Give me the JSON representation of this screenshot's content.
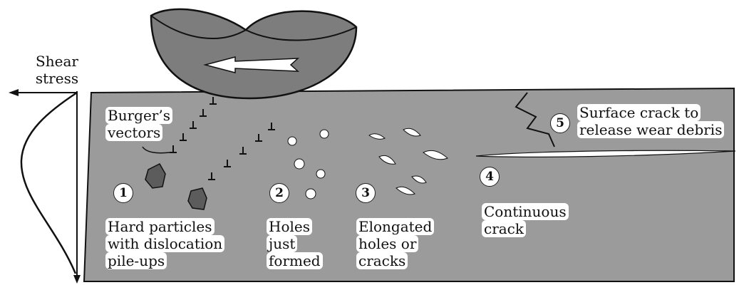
{
  "axis": {
    "label_line1": "Shear",
    "label_line2": "stress"
  },
  "burgers": {
    "line1": "Burger’s",
    "line2": "vectors"
  },
  "stages": [
    {
      "number": "1",
      "lines": [
        "Hard particles",
        "with dislocation",
        "pile-ups"
      ]
    },
    {
      "number": "2",
      "lines": [
        "Holes",
        "just",
        "formed"
      ]
    },
    {
      "number": "3",
      "lines": [
        "Elongated",
        "holes or",
        "cracks"
      ]
    },
    {
      "number": "4",
      "lines": [
        "Continuous",
        "crack"
      ]
    },
    {
      "number": "5",
      "lines": [
        "Surface crack to",
        "release wear debris"
      ]
    }
  ],
  "colors": {
    "material": "#9b9b9b",
    "slider": "#7d7d7d",
    "particle": "#5c5c5c",
    "ink": "#111111",
    "highlight": "#ffffff"
  }
}
